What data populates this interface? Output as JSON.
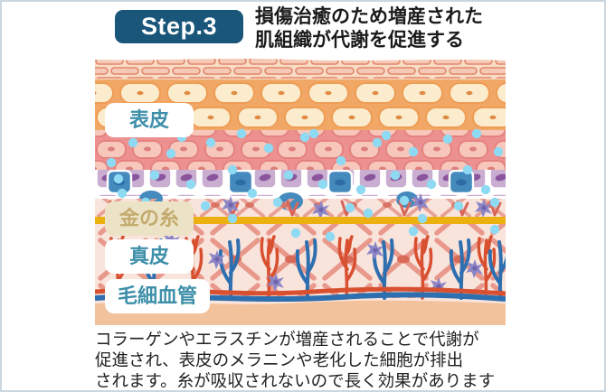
{
  "card": {
    "border_color": "#ccd6df",
    "background_color": "#ffffff"
  },
  "header": {
    "step_badge": "Step.3",
    "badge_color": "#19567a",
    "badge_text_color": "#ffffff",
    "title_lines": [
      "損傷治癒のため増産された",
      "肌組織が代謝を促進する"
    ]
  },
  "figure": {
    "description_icon": "skin-cross-section-illustration",
    "labels": [
      {
        "id": "epidermis",
        "text": "表皮"
      },
      {
        "id": "gold-thread",
        "text": "金の糸"
      },
      {
        "id": "dermis",
        "text": "真皮"
      },
      {
        "id": "capillaries",
        "text": "毛細血管"
      }
    ],
    "label_text_color": "#3e8fa9",
    "gold_label": {
      "background": "#ece3c6",
      "text_color": "#c3ab6e"
    },
    "gold_line_color": "#edb011",
    "vessel_colors": {
      "artery": "#d8502f",
      "vein": "#2e6fb0"
    },
    "particle_color": "#8edaf2"
  },
  "caption": {
    "lines": [
      "コラーゲンやエラスチンが増産されることで代謝が",
      "促進され、表皮のメラニンや老化した細胞が排出",
      "されます。糸が吸収されないので長く効果があります"
    ]
  }
}
